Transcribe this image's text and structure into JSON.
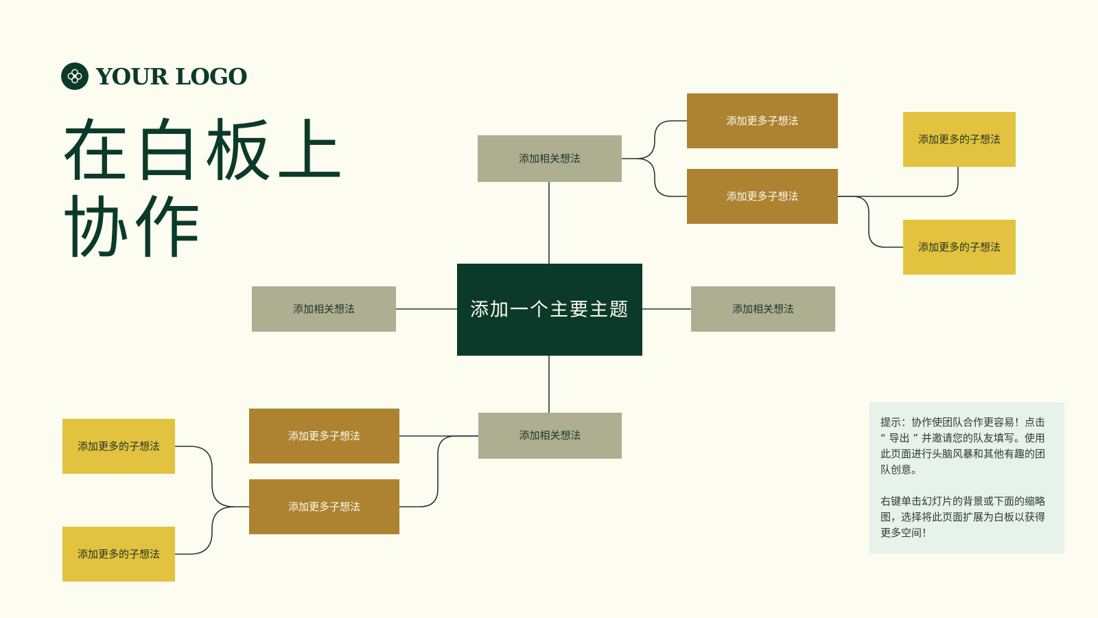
{
  "logo": {
    "text": "YOUR LOGO",
    "icon": "flower-ornament-icon"
  },
  "title": "在白板上协作",
  "mindmap": {
    "main_topic": "添加一个主要主题",
    "related_top": "添加相关想法",
    "related_left": "添加相关想法",
    "related_right": "添加相关想法",
    "related_bottom": "添加相关想法",
    "top_more_1": "添加更多子想法",
    "top_more_2": "添加更多子想法",
    "top_sub_1": "添加更多的子想法",
    "top_sub_2": "添加更多的子想法",
    "bottom_more_1": "添加更多子想法",
    "bottom_more_2": "添加更多子想法",
    "bottom_sub_1": "添加更多的子想法",
    "bottom_sub_2": "添加更多的子想法"
  },
  "tip": {
    "paragraph_1": "提示：协作使团队合作更容易！点击 “ 导出 ” 并邀请您的队友填写。使用此页面进行头脑风暴和其他有趣的团队创意。",
    "paragraph_2": "右键单击幻灯片的背景或下面的缩略图，选择将此页面扩展为白板以获得更多空间！"
  },
  "colors": {
    "background": "#fcfdf0",
    "main_topic": "#0c3a2a",
    "related_idea": "#aeaf91",
    "more_sub_idea": "#ad8231",
    "sub_idea": "#e2c23e",
    "tip_box": "#e6f2ea",
    "connector": "#1f3a2d"
  }
}
